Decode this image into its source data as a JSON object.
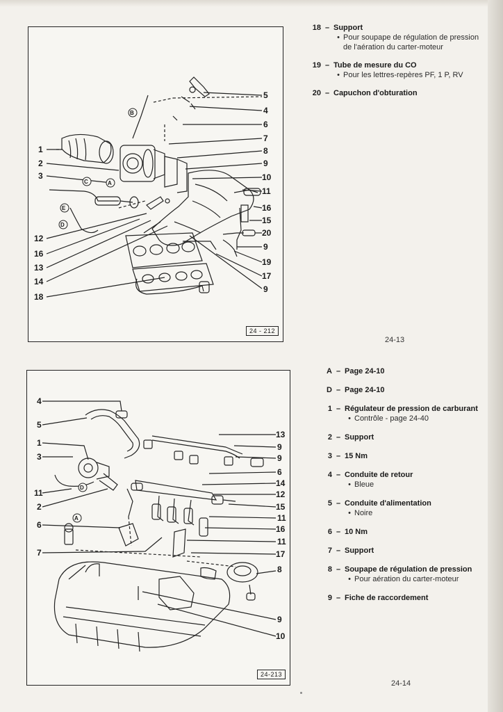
{
  "figure1": {
    "tag": "24 - 212",
    "callouts_left": [
      "1",
      "2",
      "3",
      "12",
      "16",
      "13",
      "14",
      "18"
    ],
    "callouts_right": [
      "5",
      "4",
      "6",
      "7",
      "8",
      "9",
      "10",
      "11",
      "16",
      "15",
      "20",
      "9",
      "19",
      "17",
      "9"
    ],
    "inner_letters": [
      "B",
      "A",
      "C",
      "E",
      "D"
    ]
  },
  "figure2": {
    "tag": "24-213",
    "callouts_left": [
      "4",
      "5",
      "1",
      "3",
      "11",
      "2",
      "6",
      "7"
    ],
    "callouts_right": [
      "13",
      "9",
      "9",
      "6",
      "14",
      "12",
      "15",
      "11",
      "16",
      "11",
      "17",
      "8",
      "9",
      "10"
    ],
    "inner_letters": [
      "D",
      "A"
    ]
  },
  "legend1": [
    {
      "num": "18",
      "title": "Support",
      "subs": [
        "Pour soupape de régulation de pression de l'aération du carter-moteur"
      ]
    },
    {
      "num": "19",
      "title": "Tube de mesure du CO",
      "subs": [
        "Pour les lettres-repères PF, 1 P, RV"
      ]
    },
    {
      "num": "20",
      "title": "Capuchon d'obturation",
      "subs": []
    }
  ],
  "legend2": [
    {
      "num": "A",
      "title": "Page 24-10",
      "subs": []
    },
    {
      "num": "D",
      "title": "Page 24-10",
      "subs": []
    },
    {
      "num": "1",
      "title": "Régulateur de pression de carburant",
      "subs": [
        "Contrôle - page 24-40"
      ]
    },
    {
      "num": "2",
      "title": "Support",
      "subs": []
    },
    {
      "num": "3",
      "title": "15 Nm",
      "subs": []
    },
    {
      "num": "4",
      "title": "Conduite de retour",
      "subs": [
        "Bleue"
      ]
    },
    {
      "num": "5",
      "title": "Conduite d'alimentation",
      "subs": [
        "Noire"
      ]
    },
    {
      "num": "6",
      "title": "10 Nm",
      "subs": []
    },
    {
      "num": "7",
      "title": "Support",
      "subs": []
    },
    {
      "num": "8",
      "title": "Soupape de régulation de pression",
      "subs": [
        "Pour aération du carter-moteur"
      ]
    },
    {
      "num": "9",
      "title": "Fiche de raccordement",
      "subs": []
    }
  ],
  "page_numbers": {
    "upper": "24-13",
    "lower": "24-14"
  },
  "dash": "–",
  "bullet": "•"
}
